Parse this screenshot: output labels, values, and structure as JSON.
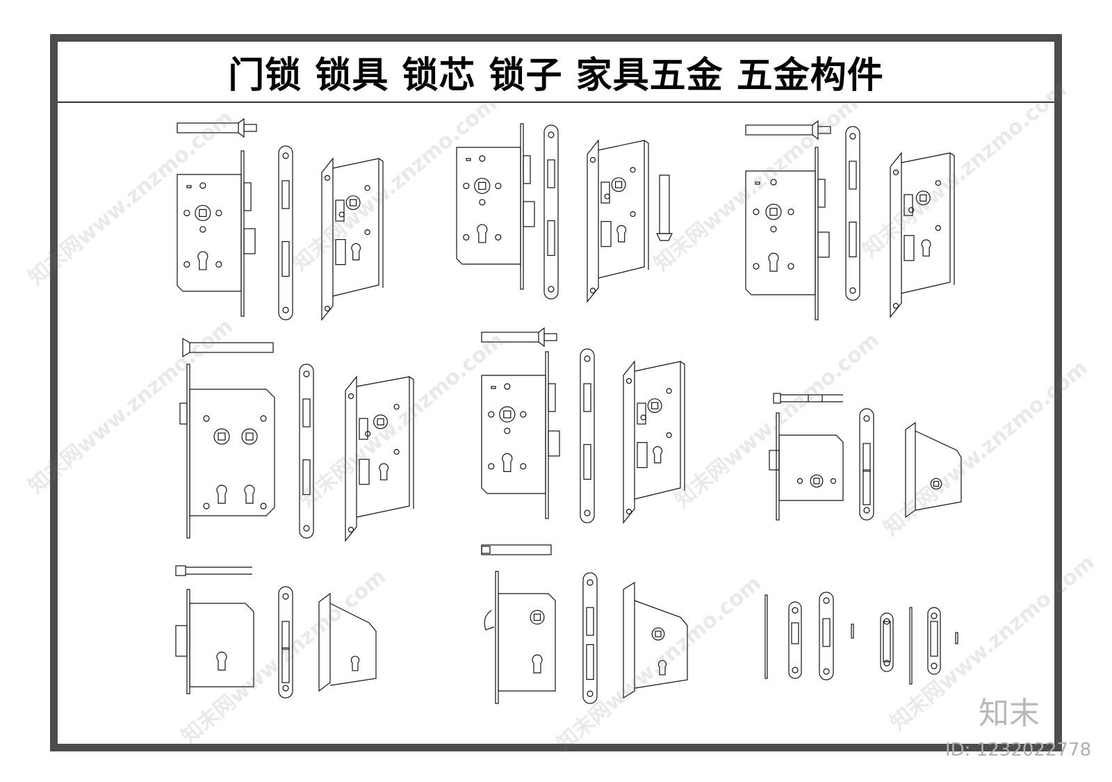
{
  "sheet": {
    "title": "门锁  锁具  锁芯  锁子  家具五金  五金构件"
  },
  "watermark": {
    "site": "知末网www.znzmo.com",
    "brand": "知末",
    "id_label": "ID: 1232022778"
  },
  "colors": {
    "frame": "#4d4d4d",
    "line": "#111111",
    "background": "#ffffff",
    "watermark": "#b8b8b8"
  }
}
